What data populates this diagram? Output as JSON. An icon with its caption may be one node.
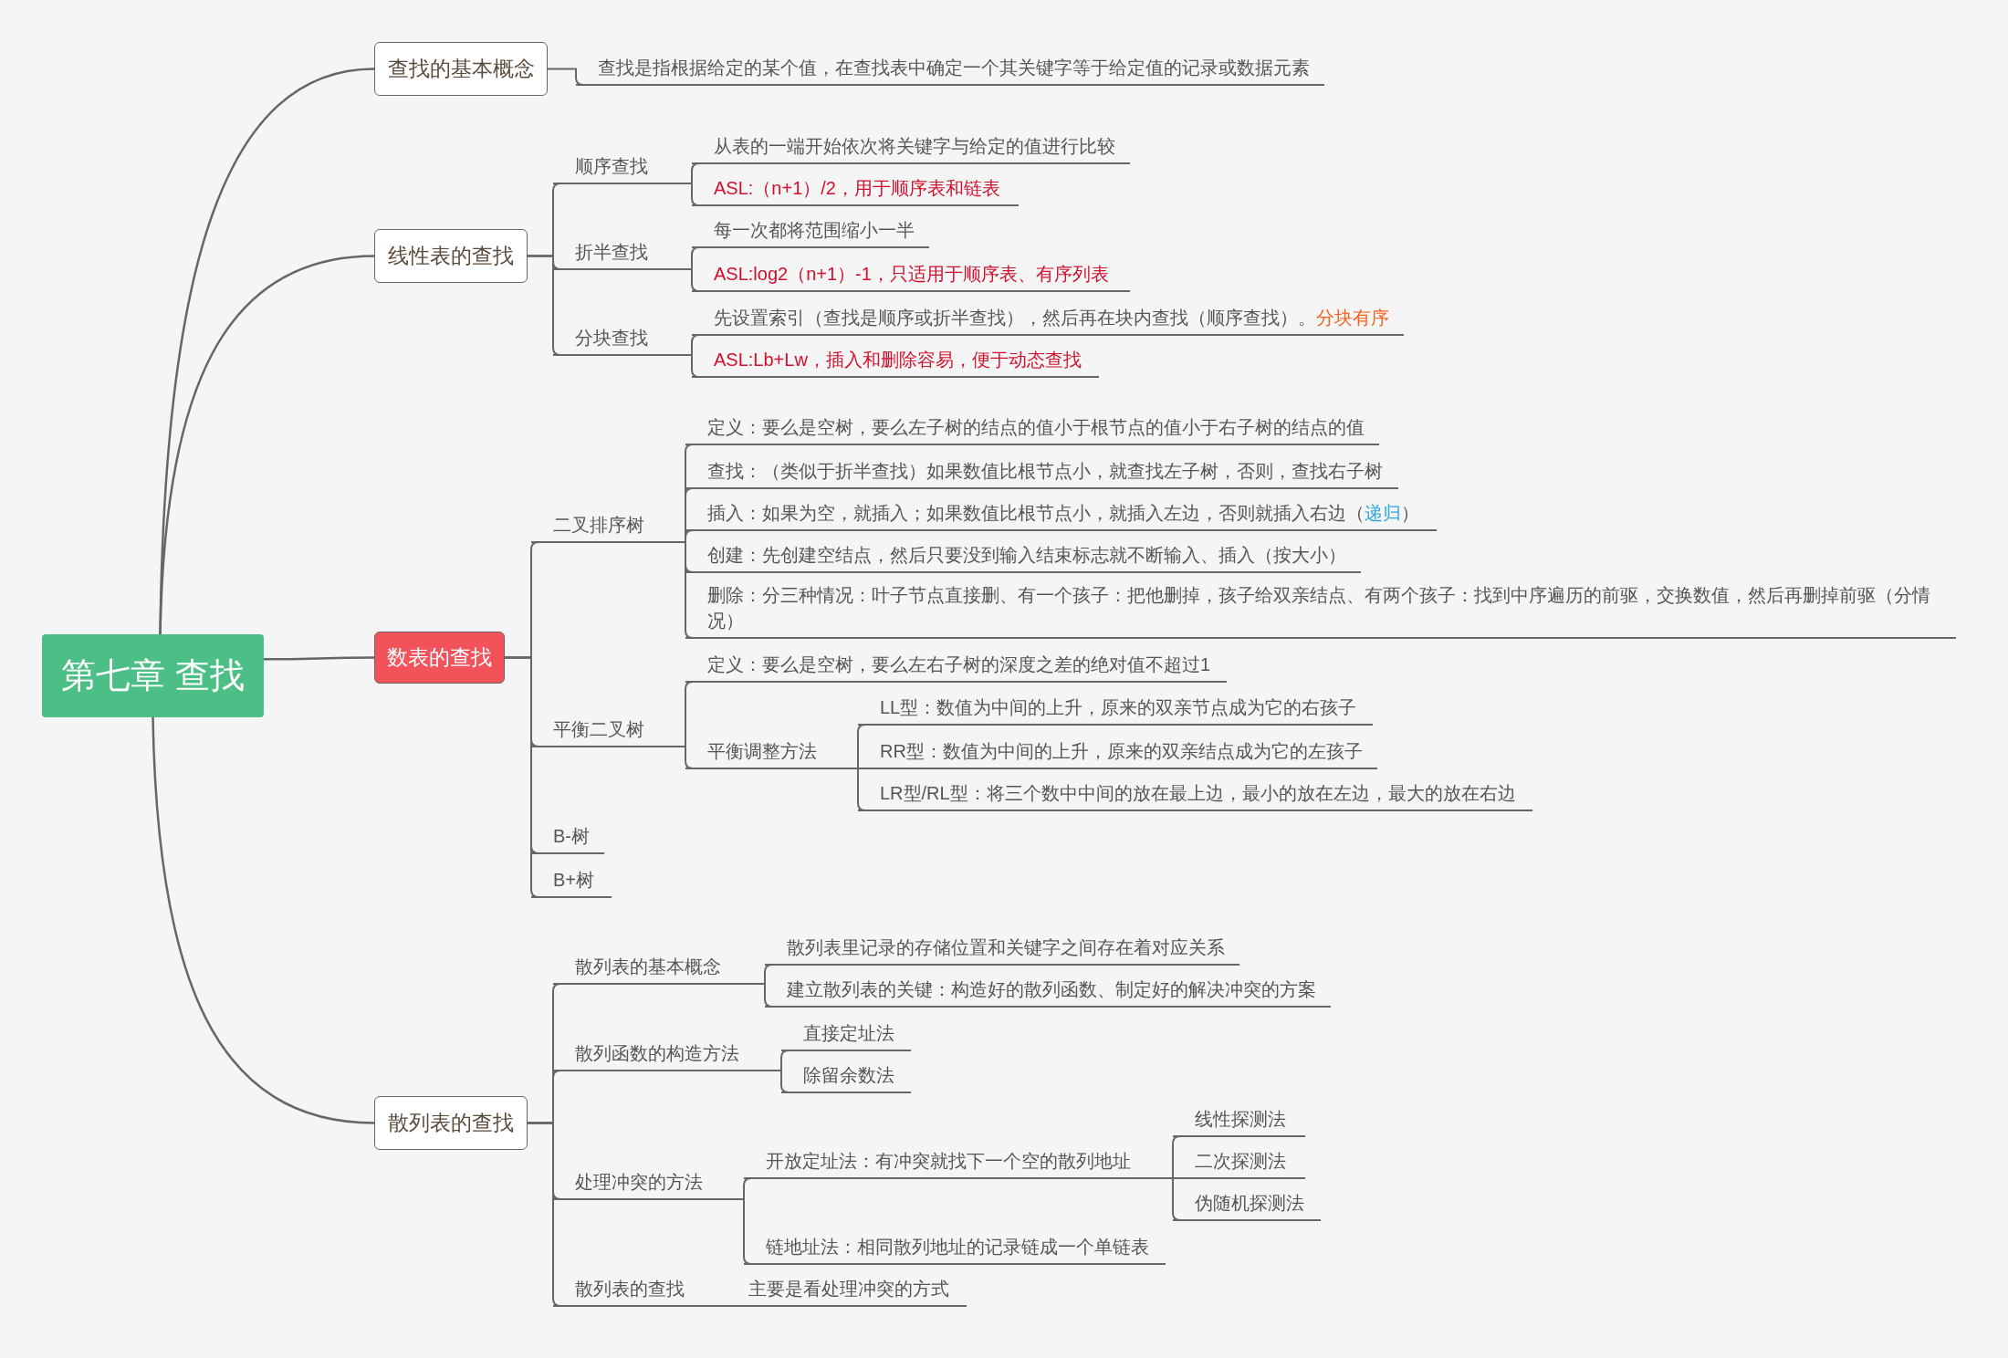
{
  "diagram": {
    "nodes": [
      {
        "text": [
          "第七章 查找"
        ]
      },
      {
        "text": [
          "查找的基本概念"
        ]
      },
      {
        "text": [
          "查找是指根据给定的某个值，在查找表中确定一个其关键字等于给定值的记录或数据元素"
        ]
      },
      {
        "text": [
          "线性表的查找"
        ]
      },
      {
        "text": [
          "顺序查找"
        ]
      },
      {
        "text": [
          "从表的一端开始依次将关键字与给定的值进行比较"
        ]
      },
      {
        "text": [
          "ASL:（n+1）/2，用于顺序表和链表"
        ]
      },
      {
        "text": [
          "折半查找"
        ]
      },
      {
        "text": [
          "每一次都将范围缩小一半"
        ]
      },
      {
        "text": [
          "ASL:log2（n+1）-1，只适用于顺序表、有序列表"
        ]
      },
      {
        "text": [
          "分块查找"
        ]
      },
      {
        "text": [
          "先设置索引（查找是顺序或折半查找），然后再在块内查找（顺序查找）。",
          "分块有序"
        ]
      },
      {
        "text": [
          "ASL:Lb+Lw，插入和删除容易，便于动态查找"
        ]
      },
      {
        "text": [
          "数表的查找"
        ]
      },
      {
        "text": [
          "二叉排序树"
        ]
      },
      {
        "text": [
          "定义：要么是空树，要么左子树的结点的值小于根节点的值小于右子树的结点的值"
        ]
      },
      {
        "text": [
          "查找：（类似于折半查找）如果数值比根节点小，就查找左子树，否则，查找右子树"
        ]
      },
      {
        "text": [
          "插入：如果为空，就插入；如果数值比根节点小，就插入左边，否则就插入右边（",
          "递归",
          "）"
        ]
      },
      {
        "text": [
          "创建：先创建空结点，然后只要没到输入结束标志就不断输入、插入（按大小）"
        ]
      },
      {
        "text": [
          "删除：分三种情况：叶子节点直接删、有一个孩子：把他删掉，孩子给双亲结点、有两个孩子：找到中序遍历的前驱，交换数值，然后再删掉前驱（分情况）"
        ]
      },
      {
        "text": [
          "平衡二叉树"
        ]
      },
      {
        "text": [
          "定义：要么是空树，要么左右子树的深度之差的绝对值不超过1"
        ]
      },
      {
        "text": [
          "平衡调整方法"
        ]
      },
      {
        "text": [
          "LL型：数值为中间的上升，原来的双亲节点成为它的右孩子"
        ]
      },
      {
        "text": [
          "RR型：数值为中间的上升，原来的双亲结点成为它的左孩子"
        ]
      },
      {
        "text": [
          "LR型/RL型：将三个数中中间的放在最上边，最小的放在左边，最大的放在右边"
        ]
      },
      {
        "text": [
          "B-树"
        ]
      },
      {
        "text": [
          "B+树"
        ]
      },
      {
        "text": [
          "散列表的查找"
        ]
      },
      {
        "text": [
          "散列表的基本概念"
        ]
      },
      {
        "text": [
          "散列表里记录的存储位置和关键字之间存在着对应关系"
        ]
      },
      {
        "text": [
          "建立散列表的关键：构造好的散列函数、制定好的解决冲突的方案"
        ]
      },
      {
        "text": [
          "散列函数的构造方法"
        ]
      },
      {
        "text": [
          "直接定址法"
        ]
      },
      {
        "text": [
          "除留余数法"
        ]
      },
      {
        "text": [
          "处理冲突的方法"
        ]
      },
      {
        "text": [
          "开放定址法：有冲突就找下一个空的散列地址"
        ]
      },
      {
        "text": [
          "线性探测法"
        ]
      },
      {
        "text": [
          "二次探测法"
        ]
      },
      {
        "text": [
          "伪随机探测法"
        ]
      },
      {
        "text": [
          "链地址法：相同散列地址的记录链成一个单链表"
        ]
      },
      {
        "text": [
          "散列表的查找"
        ]
      },
      {
        "text": [
          "主要是看处理冲突的方式"
        ]
      }
    ],
    "edges": [
      {
        "from": 0,
        "to": 1,
        "arrow": "none"
      },
      {
        "from": 0,
        "to": 3,
        "arrow": "none"
      },
      {
        "from": 0,
        "to": 13,
        "arrow": "none"
      },
      {
        "from": 0,
        "to": 28,
        "arrow": "none"
      },
      {
        "from": 1,
        "to": 2,
        "arrow": "none"
      },
      {
        "from": 3,
        "to": 4,
        "arrow": "none"
      },
      {
        "from": 3,
        "to": 7,
        "arrow": "none"
      },
      {
        "from": 3,
        "to": 10,
        "arrow": "none"
      },
      {
        "from": 4,
        "to": 5,
        "arrow": "none"
      },
      {
        "from": 4,
        "to": 6,
        "arrow": "none"
      },
      {
        "from": 7,
        "to": 8,
        "arrow": "none"
      },
      {
        "from": 7,
        "to": 9,
        "arrow": "none"
      },
      {
        "from": 10,
        "to": 11,
        "arrow": "none"
      },
      {
        "from": 10,
        "to": 12,
        "arrow": "none"
      },
      {
        "from": 13,
        "to": 14,
        "arrow": "none"
      },
      {
        "from": 13,
        "to": 20,
        "arrow": "none"
      },
      {
        "from": 13,
        "to": 26,
        "arrow": "none"
      },
      {
        "from": 13,
        "to": 27,
        "arrow": "none"
      },
      {
        "from": 14,
        "to": 15,
        "arrow": "none"
      },
      {
        "from": 14,
        "to": 16,
        "arrow": "none"
      },
      {
        "from": 14,
        "to": 17,
        "arrow": "none"
      },
      {
        "from": 14,
        "to": 18,
        "arrow": "none"
      },
      {
        "from": 14,
        "to": 19,
        "arrow": "none"
      },
      {
        "from": 20,
        "to": 21,
        "arrow": "none"
      },
      {
        "from": 20,
        "to": 22,
        "arrow": "none"
      },
      {
        "from": 22,
        "to": 23,
        "arrow": "none"
      },
      {
        "from": 22,
        "to": 24,
        "arrow": "none"
      },
      {
        "from": 22,
        "to": 25,
        "arrow": "none"
      },
      {
        "from": 28,
        "to": 29,
        "arrow": "none"
      },
      {
        "from": 28,
        "to": 32,
        "arrow": "none"
      },
      {
        "from": 28,
        "to": 35,
        "arrow": "none"
      },
      {
        "from": 28,
        "to": 41,
        "arrow": "none"
      },
      {
        "from": 29,
        "to": 30,
        "arrow": "none"
      },
      {
        "from": 29,
        "to": 31,
        "arrow": "none"
      },
      {
        "from": 32,
        "to": 33,
        "arrow": "none"
      },
      {
        "from": 32,
        "to": 34,
        "arrow": "none"
      },
      {
        "from": 35,
        "to": 36,
        "arrow": "none"
      },
      {
        "from": 35,
        "to": 40,
        "arrow": "none"
      },
      {
        "from": 36,
        "to": 37,
        "arrow": "none"
      },
      {
        "from": 36,
        "to": 38,
        "arrow": "none"
      },
      {
        "from": 36,
        "to": 39,
        "arrow": "none"
      },
      {
        "from": 41,
        "to": 42,
        "arrow": "none"
      }
    ]
  }
}
